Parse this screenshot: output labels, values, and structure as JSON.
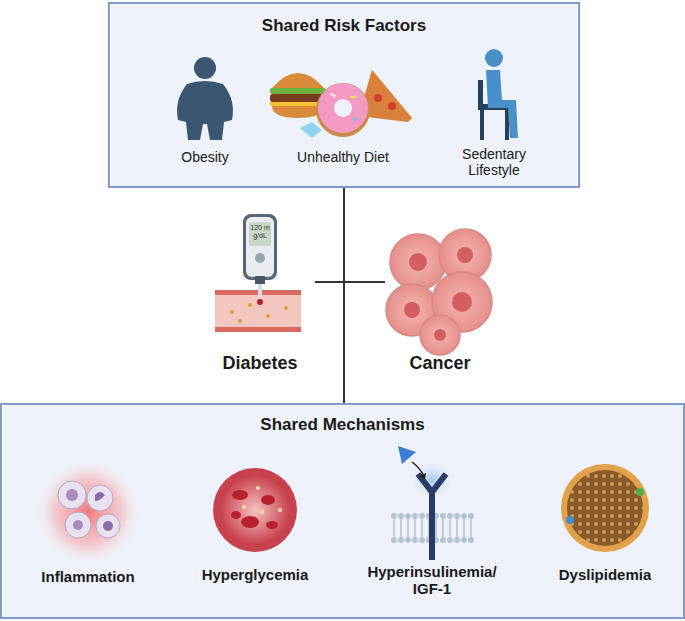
{
  "diagram": {
    "nodes": [
      {
        "text": [
          "Shared Risk Factors"
        ]
      },
      {
        "text": [
          "Diabetes"
        ]
      },
      {
        "text": [
          "Cancer"
        ]
      },
      {
        "text": [
          "Shared Mechanisms"
        ]
      }
    ],
    "edges": [
      {
        "from": 0,
        "to": 3,
        "arrow": "none"
      },
      {
        "from": 1,
        "to": 2,
        "arrow": "none"
      }
    ],
    "labels": [
      "Obesity",
      "Unhealthy Diet",
      "Sedentary Lifestyle",
      "120 mg/dL",
      "Inflammation",
      "Hyperglycemia",
      "Hyperinsulinemia/ IGF-1",
      "Dyslipidemia"
    ]
  }
}
